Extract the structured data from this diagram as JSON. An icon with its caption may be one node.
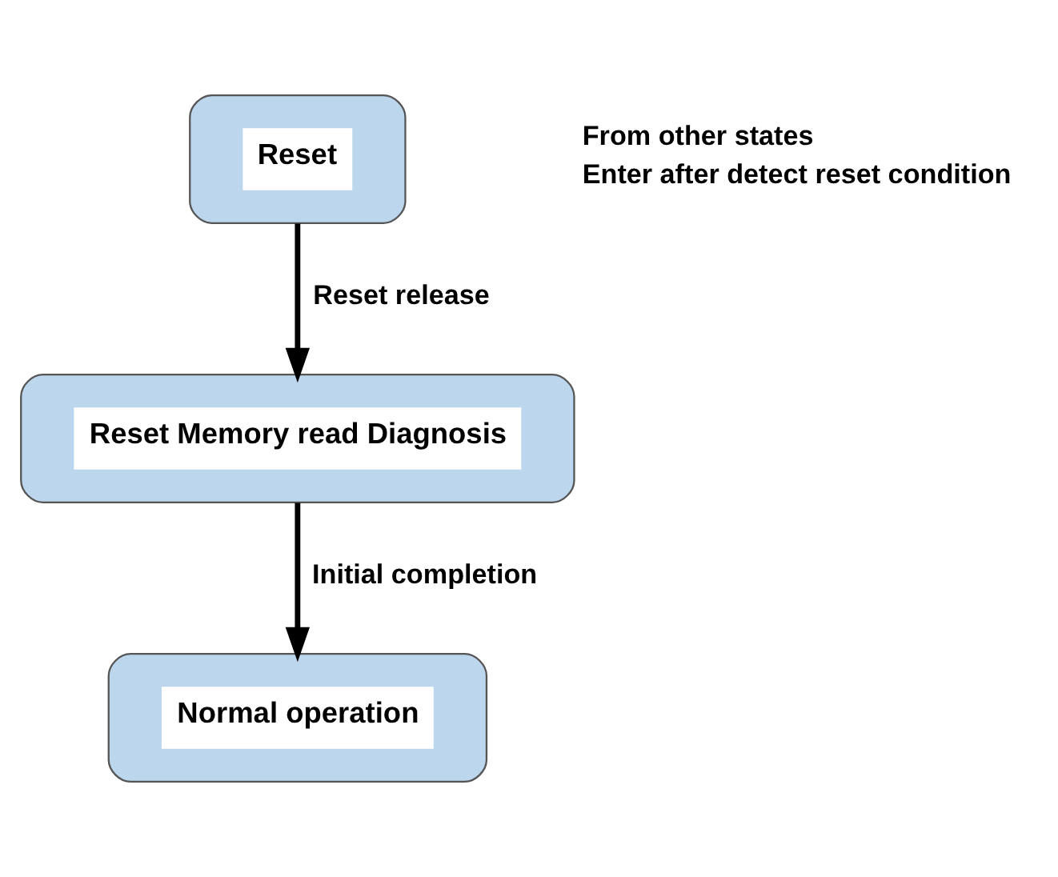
{
  "diagram": {
    "nodes": [
      {
        "text": [
          "Reset"
        ],
        "beside": [
          "From other states",
          "Enter after detect reset condition"
        ]
      },
      {
        "text": [
          "Reset Memory read Diagnosis"
        ]
      },
      {
        "text": [
          "Normal operation"
        ]
      }
    ],
    "edges": [
      {
        "from": 0,
        "to": 1,
        "arrow": "to",
        "label": "Reset release"
      },
      {
        "from": 1,
        "to": 2,
        "arrow": "to",
        "label": "Initial completion"
      }
    ]
  }
}
